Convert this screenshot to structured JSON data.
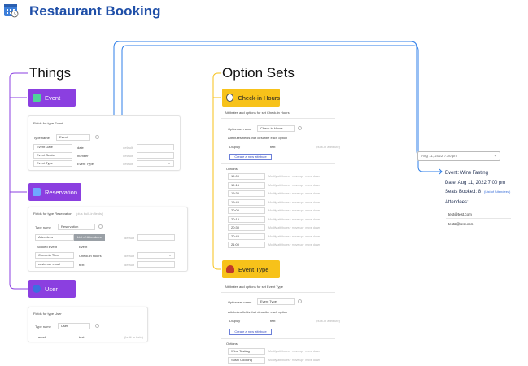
{
  "header": {
    "title": "Restaurant Booking"
  },
  "things": {
    "title": "Things",
    "event": {
      "pill": "Event",
      "card_title": "Fields for type Event",
      "type_name_label": "Type name",
      "type_name_value": "Event",
      "fields": [
        {
          "name": "Event Date",
          "type": "date",
          "hint": "default"
        },
        {
          "name": "Event Seats",
          "type": "number",
          "hint": "default"
        },
        {
          "name": "Event Type",
          "type": "Event Type",
          "hint": "default"
        }
      ]
    },
    "reservation": {
      "pill": "Reservation",
      "card_title": "Fields for type Reservation",
      "card_subtitle": "(plus built-in fields)",
      "type_name_label": "Type name",
      "type_name_value": "Reservation",
      "fields": [
        {
          "name": "Attendees",
          "type": "List of Attendees",
          "hint": "default"
        },
        {
          "name": "Booked Event",
          "type": "Event",
          "hint": ""
        },
        {
          "name": "Check-in Time",
          "type": "Check-in Hours",
          "hint": "default"
        },
        {
          "name": "customer email",
          "type": "text",
          "hint": "default"
        }
      ]
    },
    "user": {
      "pill": "User",
      "card_title": "Fields for type User",
      "type_name_label": "Type name",
      "type_name_value": "User",
      "fields": [
        {
          "name": "email",
          "type": "text",
          "hint": "(built-in field)"
        }
      ]
    }
  },
  "option_sets": {
    "title": "Option Sets",
    "checkin": {
      "pill": "Check-in Hours",
      "subtitle": "Attributes and options for set Check-in Hours",
      "set_name_label": "Option set name",
      "set_name_value": "Check-in Hours",
      "attrs_label": "Attributes/fields that describe each option",
      "display_label": "Display",
      "display_type": "text",
      "display_hint": "(built-in attribute)",
      "create_button": "Create a new attribute",
      "options_label": "Options",
      "options": [
        "19:00",
        "19:15",
        "19:30",
        "19:45",
        "20:00",
        "20:15",
        "20:30",
        "20:45",
        "21:00"
      ],
      "option_hint": "Modify attributes · move up · move down"
    },
    "event_type": {
      "pill": "Event Type",
      "subtitle": "Attributes and options for set Event Type",
      "set_name_label": "Option set name",
      "set_name_value": "Event Type",
      "attrs_label": "Attributes/fields that describe each option",
      "display_label": "Display",
      "display_type": "text",
      "display_hint": "(built-in attribute)",
      "create_button": "Create a new attribute",
      "options_label": "Options",
      "options": [
        "Wine Tasting",
        "Sushi Cooking"
      ],
      "option_hint": "Modify attributes · move up · move down"
    }
  },
  "booking_panel": {
    "select_value": "Aug 11, 2022 7:00 pm",
    "event_line": "Event: Wine Tasting",
    "date_line": "Date: Aug 11, 2022 7:00 pm",
    "seats_line": "Seats Booked: 8",
    "seats_link": "(List of Attendees)",
    "attendees_label": "Attendees:",
    "attendees": [
      "test@test.com",
      "test2@test.com"
    ]
  },
  "colors": {
    "title_blue": "#1f4fa8",
    "thing_purple": "#8b3fe0",
    "option_yellow": "#f7c21a",
    "connector_blue": "#2f7fe8",
    "connector_purple": "#8b3fe0",
    "connector_yellow": "#f7c21a"
  },
  "icons": [
    "calendar-icon",
    "event-icon",
    "reservation-icon",
    "user-icon",
    "clock-icon",
    "wine-icon"
  ]
}
